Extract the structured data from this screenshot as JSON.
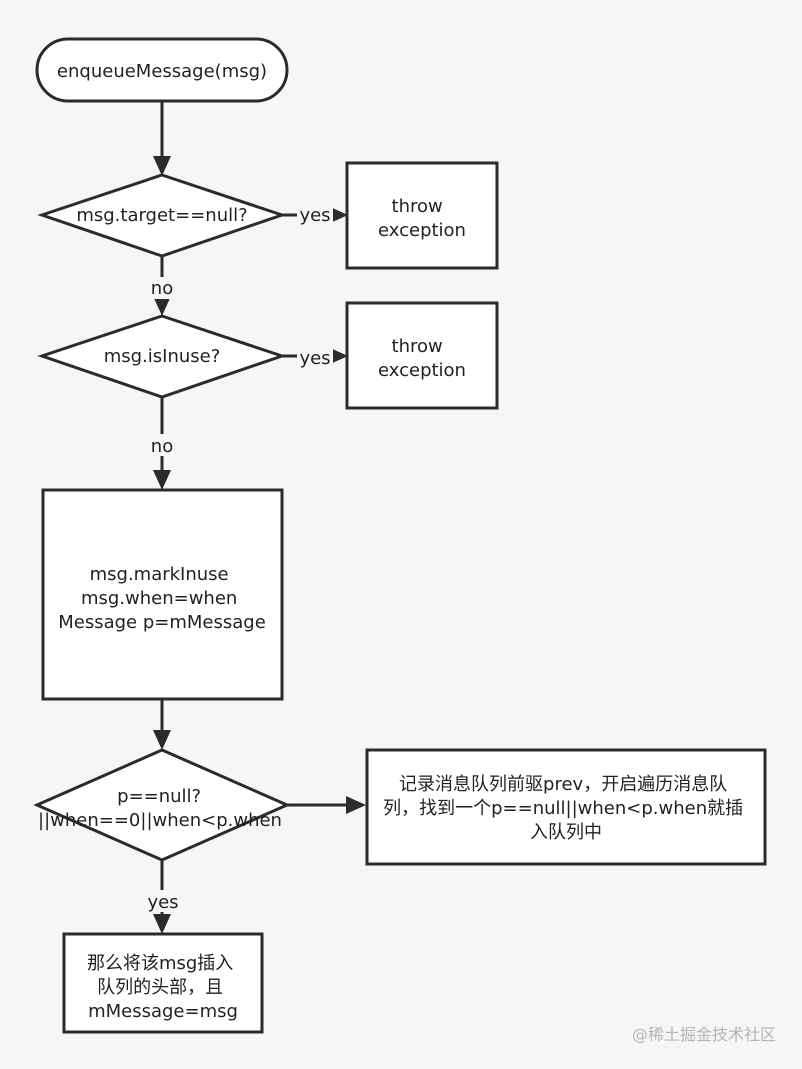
{
  "nodes": {
    "start": "enqueueMessage(msg)",
    "check_target": "msg.target==null?",
    "throw_1": [
      "throw",
      "exception"
    ],
    "check_inuse": "msg.isInuse?",
    "throw_2": [
      "throw",
      "exception"
    ],
    "mark_process": [
      "msg.markInuse",
      "msg.when=when",
      "Message p=mMessage"
    ],
    "check_head": [
      "p==null?",
      "||when==0||when<p.when"
    ],
    "traverse_insert": [
      "记录消息队列前驱prev，开启遍历消息队",
      "列，找到一个p==null||when<p.when就插",
      "入队列中"
    ],
    "insert_head": [
      "那么将该msg插入",
      "队列的头部，且",
      "mMessage=msg"
    ]
  },
  "edges": {
    "target_yes": "yes",
    "target_no": "no",
    "inuse_yes": "yes",
    "inuse_no": "no",
    "head_yes": "yes"
  },
  "watermark": "@稀土掘金技术社区"
}
